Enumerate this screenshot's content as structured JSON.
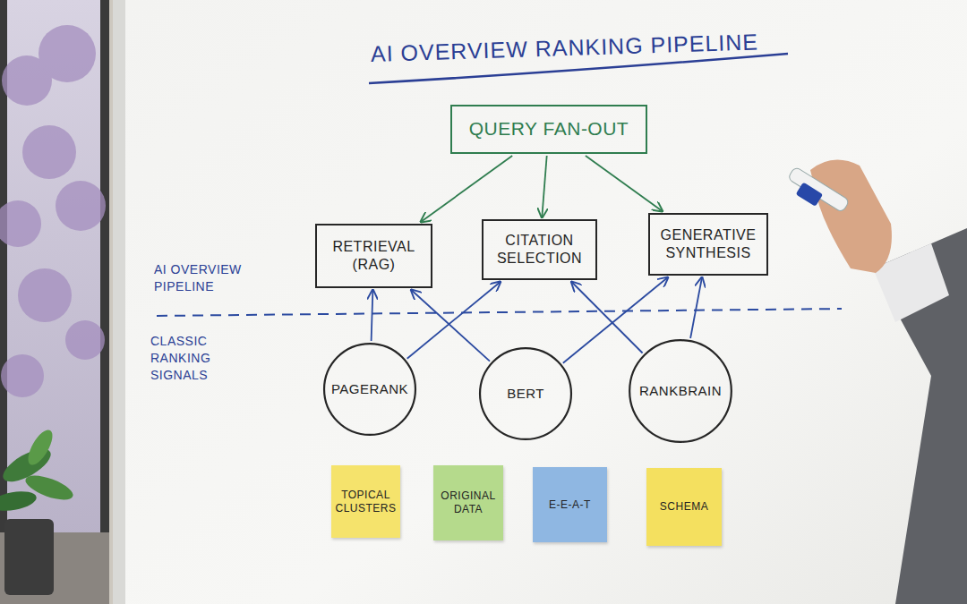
{
  "diagram": {
    "title": "AI OVERVIEW RANKING PIPELINE",
    "nodes": [
      {
        "text": [
          "QUERY FAN-OUT"
        ]
      },
      {
        "text": [
          "RETRIEVAL (RAG)"
        ]
      },
      {
        "text": [
          "CITATION SELECTION"
        ]
      },
      {
        "text": [
          "GENERATIVE SYNTHESIS"
        ]
      },
      {
        "text": [
          "PAGERANK"
        ]
      },
      {
        "text": [
          "BERT"
        ]
      },
      {
        "text": [
          "RANKBRAIN"
        ]
      },
      {
        "text": [
          "TOPICAL CLUSTERS"
        ]
      },
      {
        "text": [
          "ORIGINAL DATA"
        ]
      },
      {
        "text": [
          "E-E-A-T"
        ]
      },
      {
        "text": [
          "SCHEMA"
        ]
      }
    ],
    "edges": [
      {
        "from": 0,
        "to": 1,
        "arrow": "to"
      },
      {
        "from": 0,
        "to": 2,
        "arrow": "to"
      },
      {
        "from": 0,
        "to": 3,
        "arrow": "to"
      },
      {
        "from": 4,
        "to": 1,
        "arrow": "to"
      },
      {
        "from": 4,
        "to": 2,
        "arrow": "to"
      },
      {
        "from": 5,
        "to": 1,
        "arrow": "to"
      },
      {
        "from": 5,
        "to": 3,
        "arrow": "to"
      },
      {
        "from": 6,
        "to": 2,
        "arrow": "to"
      },
      {
        "from": 6,
        "to": 3,
        "arrow": "to"
      }
    ],
    "labels": [
      "AI OVERVIEW PIPELINE",
      "CLASSIC RANKING SIGNALS"
    ]
  }
}
